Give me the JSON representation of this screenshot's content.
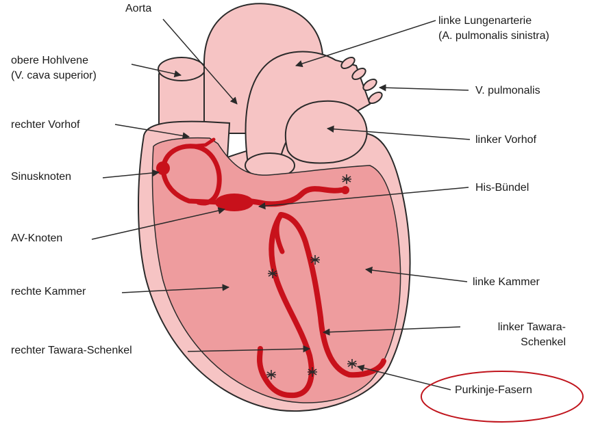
{
  "labels": {
    "aorta": "Aorta",
    "obere_hohlvene_1": "obere Hohlvene",
    "obere_hohlvene_2": "(V. cava superior)",
    "rechter_vorhof": "rechter Vorhof",
    "sinusknoten": "Sinusknoten",
    "av_knoten": "AV-Knoten",
    "rechte_kammer": "rechte Kammer",
    "rechter_tawara": "rechter Tawara-Schenkel",
    "linke_lungenarterie_1": "linke Lungenarterie",
    "linke_lungenarterie_2": "(A. pulmonalis sinistra)",
    "v_pulmonalis": "V. pulmonalis",
    "linker_vorhof": "linker Vorhof",
    "his_buendel": "His-Bündel",
    "linke_kammer": "linke Kammer",
    "linker_tawara_1": "linker Tawara-",
    "linker_tawara_2": "Schenkel",
    "purkinje": "Purkinje-Fasern"
  },
  "colors": {
    "heart_outer": "#f6c4c4",
    "heart_inner": "#ee9c9e",
    "conduction": "#c8111b",
    "outline": "#2a2a2a",
    "highlight": "#c0141c"
  }
}
